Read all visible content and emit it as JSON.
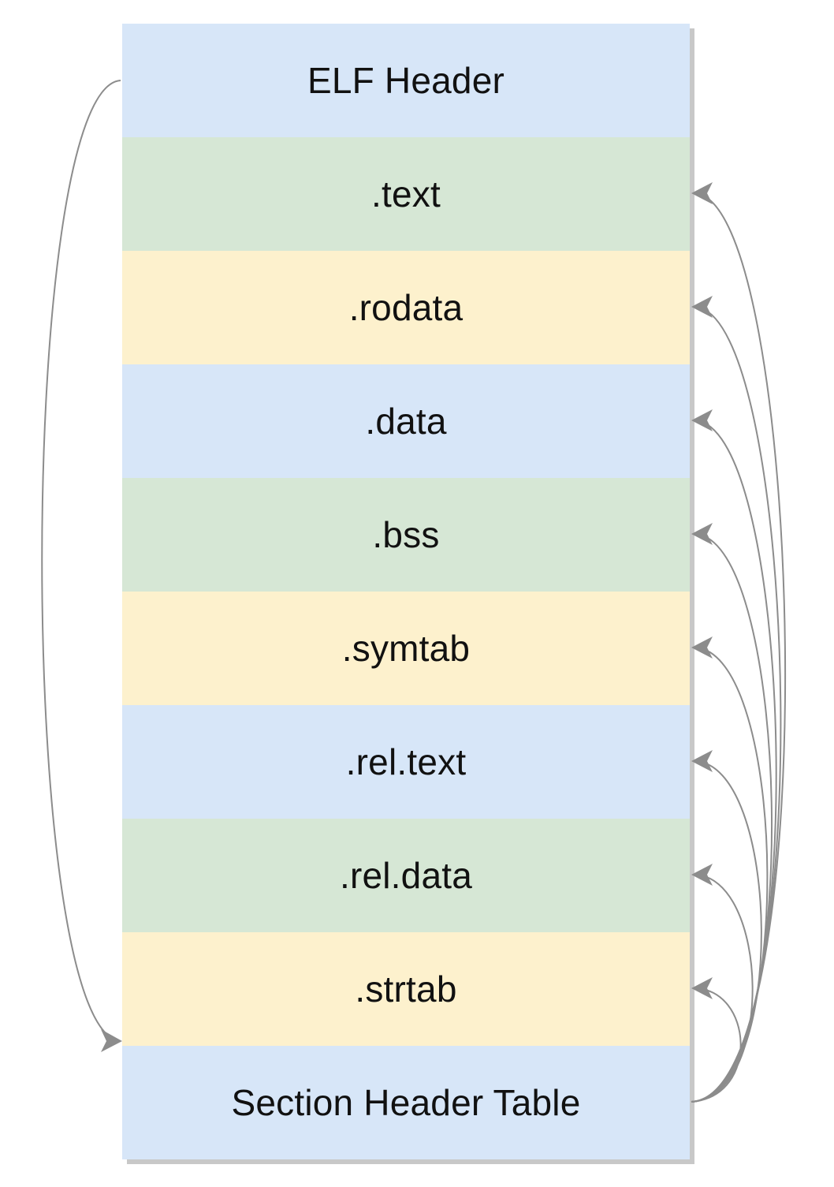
{
  "sections": [
    {
      "label": "ELF Header",
      "color": "#d7e6f8"
    },
    {
      "label": ".text",
      "color": "#d6e7d5"
    },
    {
      "label": ".rodata",
      "color": "#fdf1cd"
    },
    {
      "label": ".data",
      "color": "#d7e6f8"
    },
    {
      "label": ".bss",
      "color": "#d6e7d5"
    },
    {
      "label": ".symtab",
      "color": "#fdf1cd"
    },
    {
      "label": ".rel.text",
      "color": "#d7e6f8"
    },
    {
      "label": ".rel.data",
      "color": "#d6e7d5"
    },
    {
      "label": ".strtab",
      "color": "#fdf1cd"
    },
    {
      "label": "Section Header Table",
      "color": "#d7e6f8"
    }
  ],
  "connections": {
    "left_arrow": {
      "from": "ELF Header",
      "to": "Section Header Table"
    },
    "right_arrows_from": "Section Header Table",
    "right_arrows_to": [
      ".text",
      ".rodata",
      ".data",
      ".bss",
      ".symtab",
      ".rel.text",
      ".rel.data",
      ".strtab"
    ],
    "arrow_color": "#8c8c8c"
  }
}
